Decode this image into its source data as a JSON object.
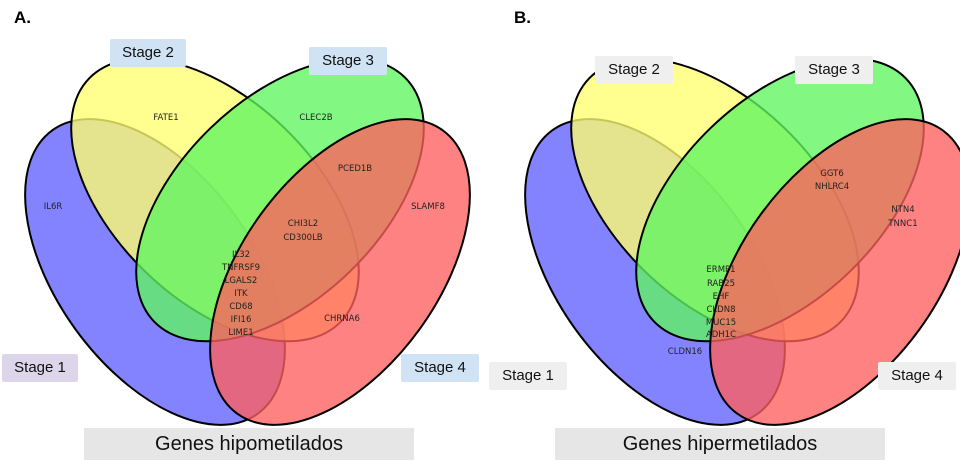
{
  "panels": [
    {
      "letter": "A.",
      "caption": "Genes hipometilados",
      "stage_labels": [
        "Stage 1",
        "Stage 2",
        "Stage 3",
        "Stage 4"
      ],
      "stage_label_colors": [
        "#ddd6ea",
        "#cfe3f5",
        "#cfe3f5",
        "#cfe3f5"
      ],
      "regions": {
        "only_stage1": [
          "IL6R"
        ],
        "only_stage2": [
          "FATE1"
        ],
        "only_stage3": [
          "CLEC2B"
        ],
        "only_stage4": [
          "SLAMF8"
        ],
        "stages_3_4": [
          "PCED1B"
        ],
        "stages_2_3_4": [
          "CHI3L2",
          "CD300LB"
        ],
        "all_stages": [
          "IL32",
          "TNFRSF9",
          "LGALS2",
          "ITK",
          "CD68",
          "IFI16",
          "LIME1"
        ],
        "stages_1_3_4": [
          "CHRNA6"
        ]
      }
    },
    {
      "letter": "B.",
      "caption": "Genes hipermetilados",
      "stage_labels": [
        "Stage 1",
        "Stage 2",
        "Stage 3",
        "Stage 4"
      ],
      "stage_label_colors": [
        "#efefef",
        "#efefef",
        "#efefef",
        "#efefef"
      ],
      "regions": {
        "stages_3_4": [
          "GGT6",
          "NHLRC4"
        ],
        "only_stage4": [
          "NTN4",
          "TNNC1"
        ],
        "all_stages": [
          "ERMP1",
          "RAB25",
          "EHF",
          "CLDN8",
          "MUC15",
          "ADH1C"
        ],
        "stages_1_2_4": [
          "CLDN16"
        ]
      }
    }
  ],
  "set_colors": [
    "#6060ff",
    "#ffff70",
    "#5ff55f",
    "#ff5f5f"
  ]
}
